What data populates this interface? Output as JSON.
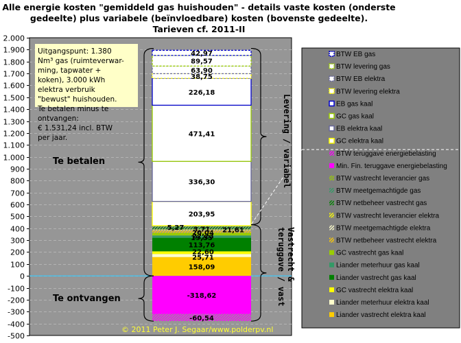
{
  "chart_data": {
    "type": "bar",
    "stacked": true,
    "title_lines": [
      "Alle energie kosten \"gemiddeld gas huishouden\" - details vaste kosten (onderste",
      "gedeelte) plus variabele (beïnvloedbare) kosten (bovenste gedeelte).",
      "Tarieven cf. 2011-II"
    ],
    "ylim": [
      -500,
      2000
    ],
    "yticks": [
      {
        "value": 2000,
        "label": "2.000"
      },
      {
        "value": 1900,
        "label": "1.900"
      },
      {
        "value": 1800,
        "label": "1.800"
      },
      {
        "value": 1700,
        "label": "1.700"
      },
      {
        "value": 1600,
        "label": "1.600"
      },
      {
        "value": 1500,
        "label": "1.500"
      },
      {
        "value": 1400,
        "label": "1.400"
      },
      {
        "value": 1300,
        "label": "1.300"
      },
      {
        "value": 1200,
        "label": "1.200"
      },
      {
        "value": 1100,
        "label": "1.100"
      },
      {
        "value": 1000,
        "label": "1.000"
      },
      {
        "value": 900,
        "label": "900"
      },
      {
        "value": 800,
        "label": "800"
      },
      {
        "value": 700,
        "label": "700"
      },
      {
        "value": 600,
        "label": "600"
      },
      {
        "value": 500,
        "label": "500"
      },
      {
        "value": 400,
        "label": "400"
      },
      {
        "value": 300,
        "label": "300"
      },
      {
        "value": 200,
        "label": "200"
      },
      {
        "value": 100,
        "label": "100"
      },
      {
        "value": 0,
        "label": "0"
      },
      {
        "value": -100,
        "label": "-100"
      },
      {
        "value": -200,
        "label": "-200"
      },
      {
        "value": -300,
        "label": "-300"
      },
      {
        "value": -400,
        "label": "-400"
      },
      {
        "value": -500,
        "label": "-500"
      }
    ],
    "grid": true,
    "legend_position": "right",
    "series_positive_bottom_to_top": [
      {
        "name": "Liander vastrecht elektra kaal",
        "value": 158.09,
        "label": "158,09",
        "color": "#ffcc00",
        "pattern": "solid"
      },
      {
        "name": "Liander meterhuur elektra kaal",
        "value": 25.71,
        "label": "25,71",
        "color": "#ffffcc",
        "pattern": "solid"
      },
      {
        "name": "GC vastrecht elektra kaal",
        "value": 22.6,
        "label": "22,60",
        "color": "#ffff00",
        "pattern": "solid"
      },
      {
        "name": "Liander vastrecht gas kaal",
        "value": 113.76,
        "label": "113,76",
        "color": "#008000",
        "pattern": "solid"
      },
      {
        "name": "Liander meterhuur gas kaal",
        "value": 19.55,
        "label": "19,55",
        "color": "#339966",
        "pattern": "solid"
      },
      {
        "name": "GC vastrecht gas kaal",
        "value": 22.23,
        "label": "22,23",
        "color": "#99cc00",
        "pattern": "solid"
      },
      {
        "name": "BTW netbeheer vastrecht elektra",
        "value": 20.04,
        "label": "20,04",
        "color": "#ffcc00",
        "pattern": "hatch"
      },
      {
        "name": "BTW meetgemachtigde  elektra",
        "value": 3.71,
        "label": "3,71",
        "color": "#ffffcc",
        "pattern": "hatch"
      },
      {
        "name": "BTW vastrecht leverancier elektra",
        "value": 5.27,
        "label": "5,27",
        "color": "#ffff00",
        "pattern": "hatch"
      },
      {
        "name": "BTW netbeheer vastrecht gas",
        "value": 21.61,
        "label": "21,61",
        "color": "#008000",
        "pattern": "hatch"
      },
      {
        "name": "BTW meetgemachtigde gas",
        "value": 3.71,
        "label": "3,71",
        "color": "#339966",
        "pattern": "hatch"
      },
      {
        "name": "BTW vastrecht leverancier gas",
        "value": 5.27,
        "label": "5,27",
        "color": "#99cc00",
        "pattern": "hatch"
      },
      {
        "name": "GC elektra kaal",
        "value": 203.95,
        "label": "203,95",
        "color": "#ffffff",
        "border": "#ffff00",
        "pattern": "outline"
      },
      {
        "name": "EB elektra kaal",
        "value": 336.3,
        "label": "336,30",
        "color": "#ffffff",
        "border": "#666699",
        "pattern": "outline"
      },
      {
        "name": "GC gas kaal",
        "value": 471.41,
        "label": "471,41",
        "color": "#ffffff",
        "border": "#99cc00",
        "pattern": "outline"
      },
      {
        "name": "EB gas kaal",
        "value": 226.18,
        "label": "226,18",
        "color": "#ffffff",
        "border": "#0000cc",
        "pattern": "outline"
      },
      {
        "name": "BTW levering elektra",
        "value": 38.75,
        "label": "38,75",
        "color": "#ffffff",
        "border": "#ffff00",
        "pattern": "dashed"
      },
      {
        "name": "BTW EB elektra",
        "value": 63.9,
        "label": "63,90",
        "color": "#ffffff",
        "border": "#666699",
        "pattern": "dashed"
      },
      {
        "name": "BTW levering gas",
        "value": 89.57,
        "label": "89,57",
        "color": "#ffffff",
        "border": "#99cc00",
        "pattern": "dashed"
      },
      {
        "name": "BTW EB gas",
        "value": 42.97,
        "label": "42,97",
        "color": "#ffffff",
        "border": "#0000cc",
        "pattern": "dashed"
      }
    ],
    "series_negative_top_to_bottom": [
      {
        "name": "Min. Fin. teruggave energiebelasting",
        "value": -318.62,
        "label": "-318,62",
        "color": "#ff00ff",
        "pattern": "solid"
      },
      {
        "name": "BTW teruggave energiebelasting",
        "value": -60.54,
        "label": "-60,54",
        "color": "#ff00ff",
        "pattern": "hatch"
      }
    ],
    "legend": [
      {
        "name": "BTW EB gas",
        "color": "#0000cc",
        "pattern": "dashed"
      },
      {
        "name": "BTW levering gas",
        "color": "#99cc00",
        "pattern": "dashed"
      },
      {
        "name": "BTW EB elektra",
        "color": "#666699",
        "pattern": "dashed"
      },
      {
        "name": "BTW levering elektra",
        "color": "#ffff00",
        "pattern": "dashed"
      },
      {
        "name": "EB gas kaal",
        "color": "#0000cc",
        "pattern": "outline"
      },
      {
        "name": "GC gas kaal",
        "color": "#99cc00",
        "pattern": "outline"
      },
      {
        "name": "EB elektra kaal",
        "color": "#666699",
        "pattern": "outline"
      },
      {
        "name": "GC elektra kaal",
        "color": "#ffff00",
        "pattern": "outline"
      },
      {
        "name": "BTW teruggave energiebelasting",
        "color": "#ff00ff",
        "pattern": "hatch"
      },
      {
        "name": "Min. Fin. teruggave energiebelasting",
        "color": "#ff00ff",
        "pattern": "solid"
      },
      {
        "name": "BTW vastrecht leverancier gas",
        "color": "#99cc00",
        "pattern": "hatch"
      },
      {
        "name": "BTW meetgemachtigde gas",
        "color": "#339966",
        "pattern": "hatch"
      },
      {
        "name": "BTW netbeheer vastrecht gas",
        "color": "#008000",
        "pattern": "hatch"
      },
      {
        "name": "BTW vastrecht leverancier elektra",
        "color": "#ffff00",
        "pattern": "hatch"
      },
      {
        "name": "BTW meetgemachtigde  elektra",
        "color": "#ffffcc",
        "pattern": "hatch"
      },
      {
        "name": "BTW netbeheer vastrecht elektra",
        "color": "#ffcc00",
        "pattern": "hatch"
      },
      {
        "name": "GC vastrecht gas kaal",
        "color": "#99cc00",
        "pattern": "solid"
      },
      {
        "name": "Liander meterhuur gas kaal",
        "color": "#339966",
        "pattern": "solid"
      },
      {
        "name": "Liander vastrecht gas kaal",
        "color": "#008000",
        "pattern": "solid"
      },
      {
        "name": "GC vastrecht elektra kaal",
        "color": "#ffff00",
        "pattern": "solid"
      },
      {
        "name": "Liander meterhuur elektra kaal",
        "color": "#ffffcc",
        "pattern": "solid"
      },
      {
        "name": "Liander vastrecht elektra kaal",
        "color": "#ffcc00",
        "pattern": "solid"
      }
    ],
    "annotations": {
      "info_lines": [
        "Uitgangspunt: 1.380",
        "Nm³ gas (ruimteverwar-",
        "ming, tapwater +",
        "koken), 3.000 kWh",
        "elektra verbruik",
        "\"bewust\" huishouden.",
        "Te betalen minus te",
        "ontvangen:",
        "€ 1.531,24 incl. BTW",
        "per jaar."
      ],
      "te_betalen": "Te betalen",
      "te_ontvangen": "Te ontvangen",
      "levering_variabel": "Levering / variabel",
      "vastrecht_line1": "Vastrecht &",
      "vastrecht_line2": "teruggave / vast",
      "copyright": "© 2011 Peter J. Segaar/www.polderpv.nl"
    },
    "colors": {
      "plot_background": "#969696",
      "legend_background": "#808080",
      "zero_line": "#33ccff",
      "info_background": "#ffffc8",
      "copyright": "#ffff33"
    }
  }
}
